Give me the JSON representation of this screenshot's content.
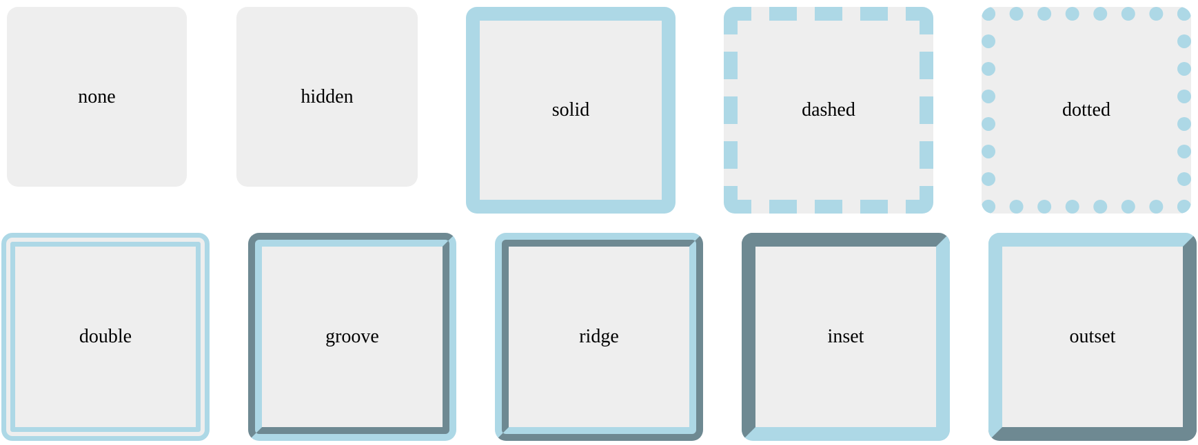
{
  "border_color": "#add8e6",
  "box_background": "#eeeeee",
  "boxes": [
    {
      "label": "none"
    },
    {
      "label": "hidden"
    },
    {
      "label": "solid"
    },
    {
      "label": "dashed"
    },
    {
      "label": "dotted"
    },
    {
      "label": "double"
    },
    {
      "label": "groove"
    },
    {
      "label": "ridge"
    },
    {
      "label": "inset"
    },
    {
      "label": "outset"
    }
  ]
}
